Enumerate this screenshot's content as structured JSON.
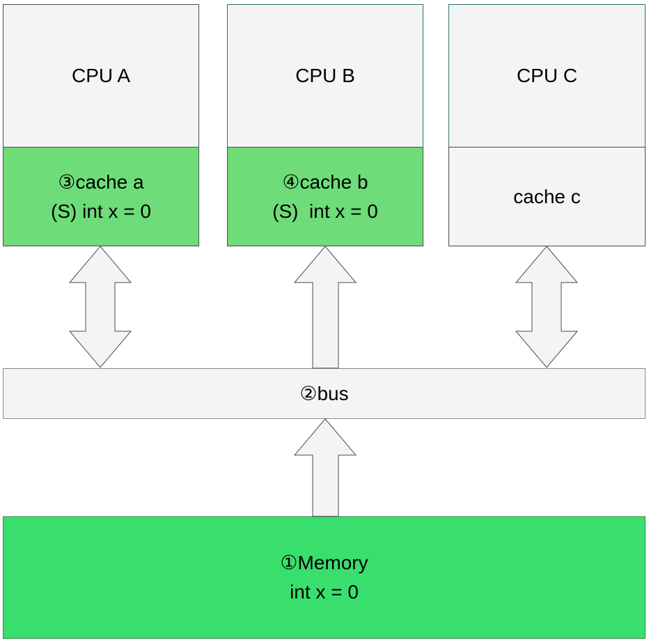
{
  "cpus": [
    {
      "label": "CPU A",
      "cache_lines": [
        "③cache a",
        "(S) int x = 0"
      ],
      "cache_color": "#6edc79"
    },
    {
      "label": "CPU B",
      "cache_lines": [
        "④cache b",
        "(S)  int x = 0"
      ],
      "cache_color": "#6edc79"
    },
    {
      "label": "CPU C",
      "cache_lines": [
        "cache c"
      ],
      "cache_color": "#f4f4f4"
    }
  ],
  "bus": {
    "label": "②bus"
  },
  "memory": {
    "lines": [
      "①Memory",
      "int x = 0"
    ],
    "color": "#38df6c"
  },
  "arrows": [
    {
      "name": "cpu-a-bus-arrow",
      "direction": "bidirectional"
    },
    {
      "name": "cpu-b-bus-arrow",
      "direction": "up"
    },
    {
      "name": "cpu-c-bus-arrow",
      "direction": "bidirectional"
    },
    {
      "name": "memory-bus-arrow",
      "direction": "up"
    }
  ]
}
